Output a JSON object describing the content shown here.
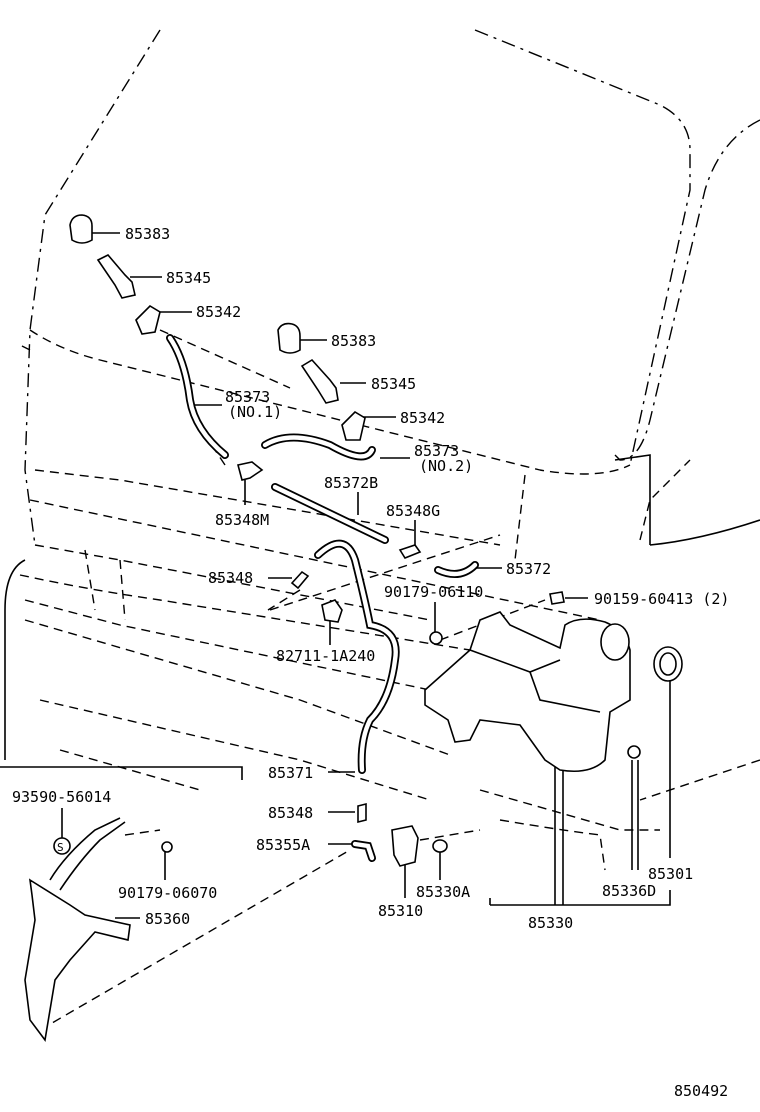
{
  "callouts": {
    "c85383a": "85383",
    "c85345a": "85345",
    "c85342a": "85342",
    "c85383b": "85383",
    "c85345b": "85345",
    "c85373a": "85373",
    "c85373a_sub": "(NO.1)",
    "c85342b": "85342",
    "c85373b": "85373",
    "c85373b_sub": "(NO.2)",
    "c85372B": "85372B",
    "c85348G": "85348G",
    "c85348M": "85348M",
    "c85348a": "85348",
    "c85372": "85372",
    "c90179_06110": "90179-06110",
    "c90159_60413": "90159-60413 (2)",
    "c82711_1A240": "82711-1A240",
    "c85371": "85371",
    "c93590_56014": "93590-56014",
    "c85348b": "85348",
    "c85355A": "85355A",
    "c90179_06070": "90179-06070",
    "c85360": "85360",
    "c85330A": "85330A",
    "c85310": "85310",
    "c85330": "85330",
    "c85336D": "85336D",
    "c85301": "85301",
    "figure_number": "850492"
  }
}
